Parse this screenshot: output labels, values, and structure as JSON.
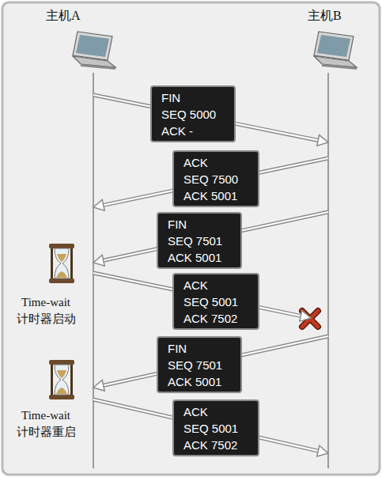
{
  "diagram": {
    "nodes": [
      {
        "text": [
          "主机A"
        ]
      },
      {
        "text": [
          "主机B"
        ]
      },
      {
        "text": [
          "FIN",
          "SEQ 5000",
          "ACK -"
        ]
      },
      {
        "text": [
          "ACK",
          "SEQ 7500",
          "ACK 5001"
        ]
      },
      {
        "text": [
          "FIN",
          "SEQ 7501",
          "ACK 5001"
        ]
      },
      {
        "text": [
          "ACK",
          "SEQ 5001",
          "ACK 7502"
        ]
      },
      {
        "text": [
          "FIN",
          "SEQ 7501",
          "ACK 5001"
        ]
      },
      {
        "text": [
          "ACK",
          "SEQ 5001",
          "ACK 7502"
        ]
      }
    ],
    "edges": [
      {
        "from": 0,
        "to": 1,
        "arrow": "to"
      },
      {
        "from": 1,
        "to": 0,
        "arrow": "to"
      },
      {
        "from": 1,
        "to": 0,
        "arrow": "to"
      },
      {
        "from": 0,
        "to": 1,
        "arrow": "to"
      },
      {
        "from": 1,
        "to": 0,
        "arrow": "to"
      },
      {
        "from": 0,
        "to": 1,
        "arrow": "to"
      }
    ],
    "labels": [
      "Time-wait 计时器启动",
      "Time-wait 计时器重启"
    ]
  }
}
